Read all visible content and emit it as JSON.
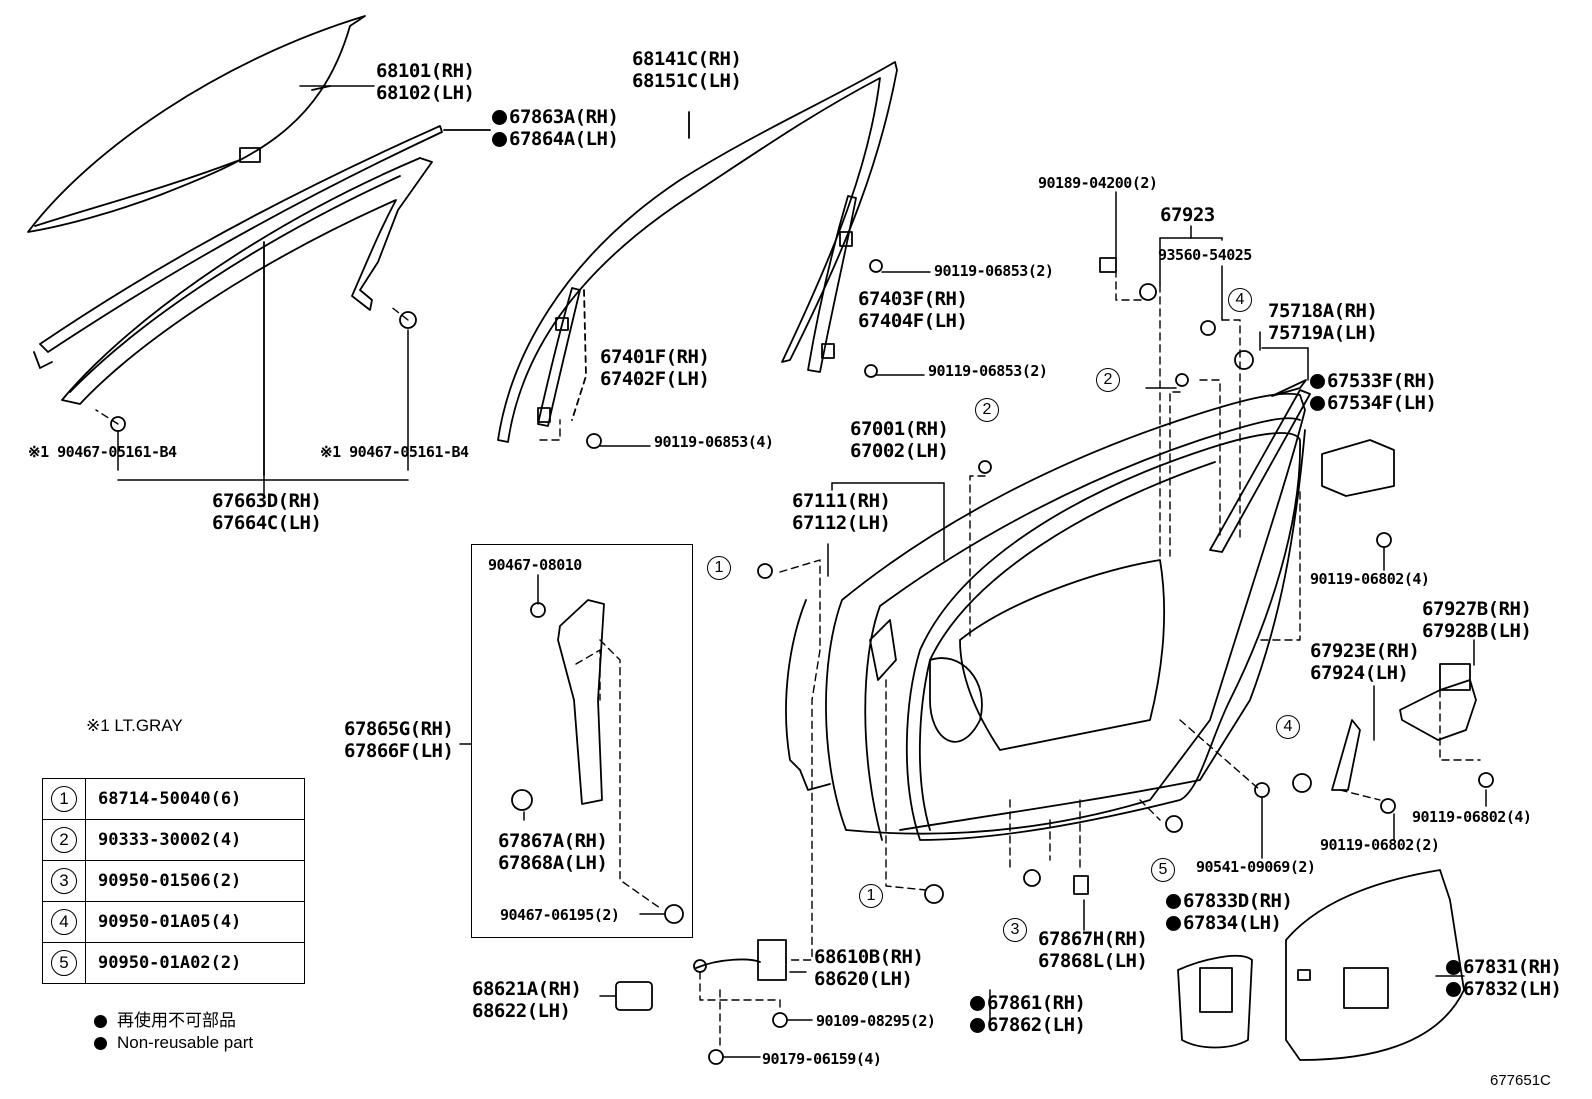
{
  "labels": {
    "p68101": "68101(RH)",
    "p68102": "68102(LH)",
    "p67863A": "67863A(RH)",
    "p67864A": "67864A(LH)",
    "p90467_left": "※1 90467-05161-B4",
    "p90467_right": "※1 90467-05161-B4",
    "p67663D": "67663D(RH)",
    "p67664C": "67664C(LH)",
    "p68141C": "68141C(RH)",
    "p68151C": "68151C(LH)",
    "p90119_06853_2a": "90119-06853(2)",
    "p67403F": "67403F(RH)",
    "p67404F": "67404F(LH)",
    "p90119_06853_2b": "90119-06853(2)",
    "p67401F": "67401F(RH)",
    "p67402F": "67402F(LH)",
    "p90119_06853_4": "90119-06853(4)",
    "p90189": "90189-04200(2)",
    "p67923": "67923",
    "p93560": "93560-54025",
    "p75718A": "75718A(RH)",
    "p75719A": "75719A(LH)",
    "p67533F": "67533F(RH)",
    "p67534F": "67534F(LH)",
    "p67001": "67001(RH)",
    "p67002": "67002(LH)",
    "p67111": "67111(RH)",
    "p67112": "67112(LH)",
    "p90119_06802_4a": "90119-06802(4)",
    "p67927B": "67927B(RH)",
    "p67928B": "67928B(LH)",
    "p67923E": "67923E(RH)",
    "p67924": "67924(LH)",
    "p90467_08010": "90467-08010",
    "p67865G": "67865G(RH)",
    "p67866F": "67866F(LH)",
    "p67867A": "67867A(RH)",
    "p67868A": "67868A(LH)",
    "p90467_06195": "90467-06195(2)",
    "p90541": "90541-09069(2)",
    "p90119_06802_4b": "90119-06802(4)",
    "p90119_06802_2": "90119-06802(2)",
    "p67833D": "67833D(RH)",
    "p67834": "67834(LH)",
    "p67867H": "67867H(RH)",
    "p67868L": "67868L(LH)",
    "p68610B": "68610B(RH)",
    "p68620": "68620(LH)",
    "p68621A": "68621A(RH)",
    "p68622": "68622(LH)",
    "p90109": "90109-08295(2)",
    "p90179": "90179-06159(4)",
    "p67861": "67861(RH)",
    "p67862": "67862(LH)",
    "p67831": "67831(RH)",
    "p67832": "67832(LH)",
    "drawing_no": "677651C"
  },
  "callouts": {
    "c1": "1",
    "c2": "2",
    "c3": "3",
    "c4": "4",
    "c5": "5"
  },
  "note_color": "※1  LT.GRAY",
  "legend": [
    {
      "num": "1",
      "part": "68714-50040(6)"
    },
    {
      "num": "2",
      "part": "90333-30002(4)"
    },
    {
      "num": "3",
      "part": "90950-01506(2)"
    },
    {
      "num": "4",
      "part": "90950-01A05(4)"
    },
    {
      "num": "5",
      "part": "90950-01A02(2)"
    }
  ],
  "footnote_jp": "再使用不可部品",
  "footnote_en": "Non-reusable part"
}
